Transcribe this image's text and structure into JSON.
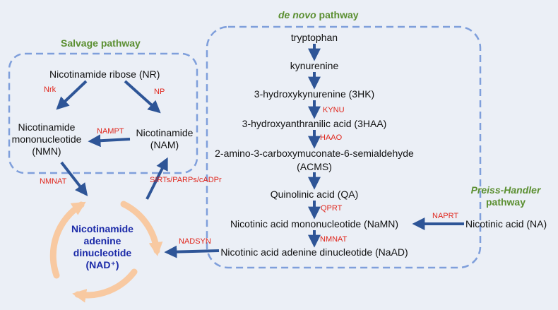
{
  "titles": {
    "salvage": "Salvage pathway",
    "denovo_italic": "de novo",
    "denovo_rest": " pathway",
    "preiss_line1": "Preiss-Handler",
    "preiss_line2": "pathway"
  },
  "metabolites": {
    "nr": "Nicotinamide ribose (NR)",
    "nmn_line1": "Nicotinamide",
    "nmn_line2": "mononucleotide",
    "nmn_line3": "(NMN)",
    "nam_line1": "Nicotinamide",
    "nam_line2": "(NAM)",
    "tryptophan": "tryptophan",
    "kynurenine": "kynurenine",
    "hk": "3-hydroxykynurenine (3HK)",
    "haa": "3-hydroxyanthranilic acid (3HAA)",
    "acms_line1": "2-amino-3-carboxymuconate-6-semialdehyde",
    "acms_line2": "(ACMS)",
    "qa": "Quinolinic acid (QA)",
    "namn": "Nicotinic acid mononucleotide (NaMN)",
    "naad": "Nicotinic acid adenine dinucleotide (NaAD)",
    "na": "Nicotinic acid (NA)",
    "nad_line1": "Nicotinamide",
    "nad_line2": "adenine",
    "nad_line3": "dinucleotide",
    "nad_line4": "(NAD⁺)"
  },
  "enzymes": {
    "nrk": "Nrk",
    "np": "NP",
    "nampt": "NAMPT",
    "nmnat_left": "NMNAT",
    "sirts": "SIRTs/PARPs/cADPr",
    "kynu": "KYNU",
    "haao": "HAAO",
    "qprt": "QPRT",
    "nmnat_right": "NMNAT",
    "naprt": "NAPRT",
    "nadsyn": "NADSYN"
  },
  "colors": {
    "background": "#ebeff6",
    "box_border": "#7f9fdb",
    "arrow": "#2e5597",
    "enzyme": "#e0261c",
    "title_green": "#5b8f31",
    "nad_blue": "#1b2aa8",
    "cycle": "#f8c9a1"
  }
}
